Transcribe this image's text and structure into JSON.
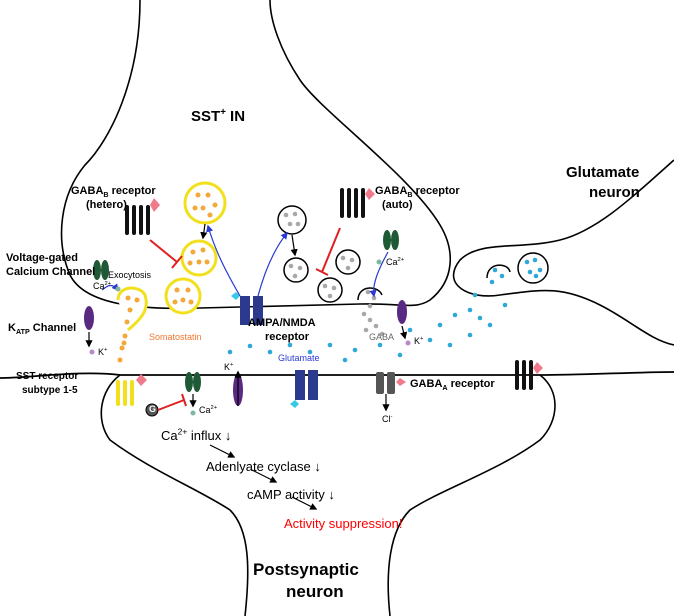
{
  "labels": {
    "sst_in": "SST",
    "sst_in_sup": "+",
    "sst_in_suffix": " IN",
    "glutamate_neuron_1": "Glutamate",
    "glutamate_neuron_2": "neuron",
    "postsynaptic_1": "Postsynaptic",
    "postsynaptic_2": "neuron",
    "gabab_hetero_pre": "GABA",
    "gabab_hetero_sub": "B",
    "gabab_hetero_post": " receptor",
    "gabab_hetero_type": "(hetero)",
    "gabab_auto_pre": "GABA",
    "gabab_auto_sub": "B",
    "gabab_auto_post": " receptor",
    "gabab_auto_type": "(auto)",
    "vgcc_1": "Voltage-gated",
    "vgcc_2": "Calcium Channel",
    "exocytosis": "Exocytosis",
    "katp_pre": "K",
    "katp_sub": "ATP",
    "katp_post": " Channel",
    "somatostatin": "Somatostatin",
    "ampa_nmda_1": "AMPA/NMDA",
    "ampa_nmda_2": "receptor",
    "glutamate": "Glutamate",
    "gaba": "GABA",
    "sstr_1": "SST receptor",
    "sstr_2": "subtype 1-5",
    "gabaa_pre": "GABA",
    "gabaa_sub": "A",
    "gabaa_post": " receptor",
    "ca_1": "Ca",
    "ca_1_sup": "2+",
    "ca_2": "Ca",
    "ca_2_sup": "2+",
    "ca_3": "Ca",
    "ca_3_sup": "2+",
    "k_1": "K",
    "k_1_sup": "+",
    "k_2": "K",
    "k_2_sup": "+",
    "k_3": "K",
    "k_3_sup": "+",
    "cl": "Cl",
    "cl_sup": "-",
    "g_protein": "G",
    "ca_influx": "Ca",
    "ca_influx_sup": "2+",
    "ca_influx_post": " influx ↓",
    "adenylate": "Adenlyate cyclase ↓",
    "camp": "cAMP activity ↓",
    "suppression": "Activity suppression!"
  },
  "colors": {
    "sst_vesicle_border": "#f2e01c",
    "sst_dots": "#f5a83a",
    "glutamate_dots": "#2ea8d8",
    "gaba_dots": "#a8a8a8",
    "receptor_blue": "#2b3a8c",
    "vgcc_green": "#1e5a35",
    "katp_purple": "#5a2a82",
    "gabaa_gray": "#555555",
    "gabab_black": "#111111",
    "starburst_pink": "#f07a8a",
    "starburst_cyan": "#39c8e8",
    "inhibit_red": "#e02020",
    "arrow_blue": "#2a3ad0",
    "suppression_red": "#ff0000",
    "somatostatin_orange": "#f07830"
  }
}
